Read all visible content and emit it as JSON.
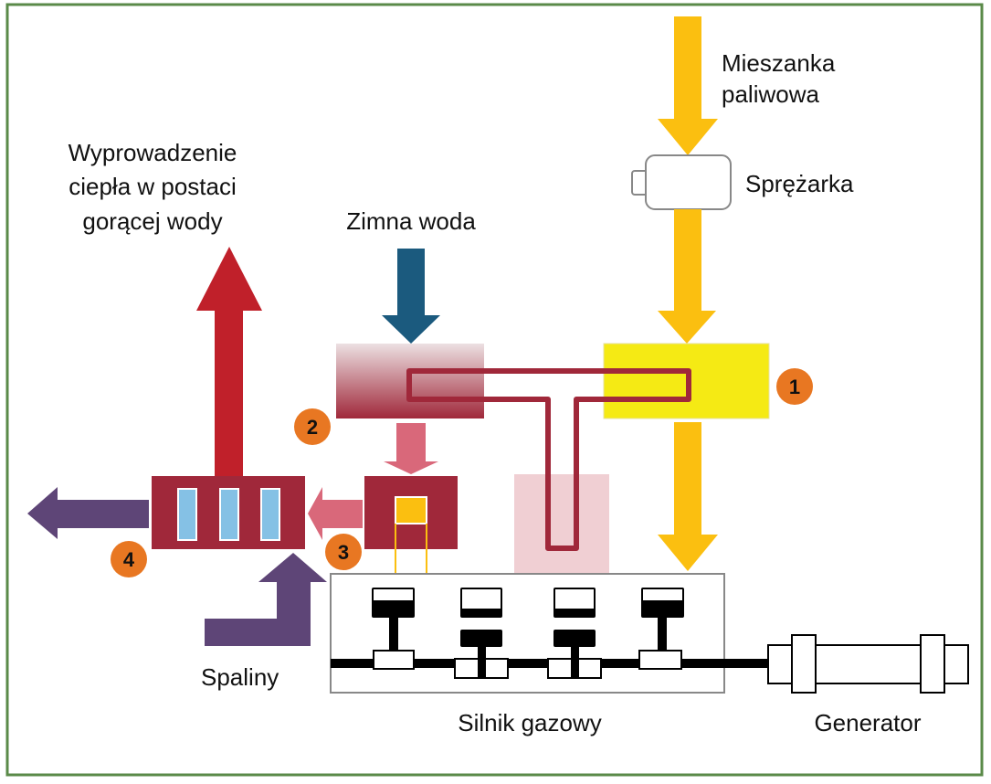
{
  "labels": {
    "fuel_mix_line1": "Mieszanka",
    "fuel_mix_line2": "paliwowa",
    "compressor": "Sprężarka",
    "heat_out_line1": "Wyprowadzenie",
    "heat_out_line2": "ciepła w postaci",
    "heat_out_line3": "gorącej wody",
    "cold_water": "Zimna woda",
    "exhaust": "Spaliny",
    "engine": "Silnik gazowy",
    "generator": "Generator"
  },
  "badges": [
    "1",
    "2",
    "3",
    "4"
  ],
  "colors": {
    "frame": "#5a8a48",
    "fuel": "#fbbf10",
    "intercooler": "#f5ea14",
    "coolant_loop": "#a0283a",
    "cold_water": "#1b5a7e",
    "hot_water": "#c0202a",
    "hot_flow": "#d9687a",
    "exhaust": "#5e4577",
    "badge": "#e87722",
    "exchanger_tubes": "#85c1e5"
  }
}
